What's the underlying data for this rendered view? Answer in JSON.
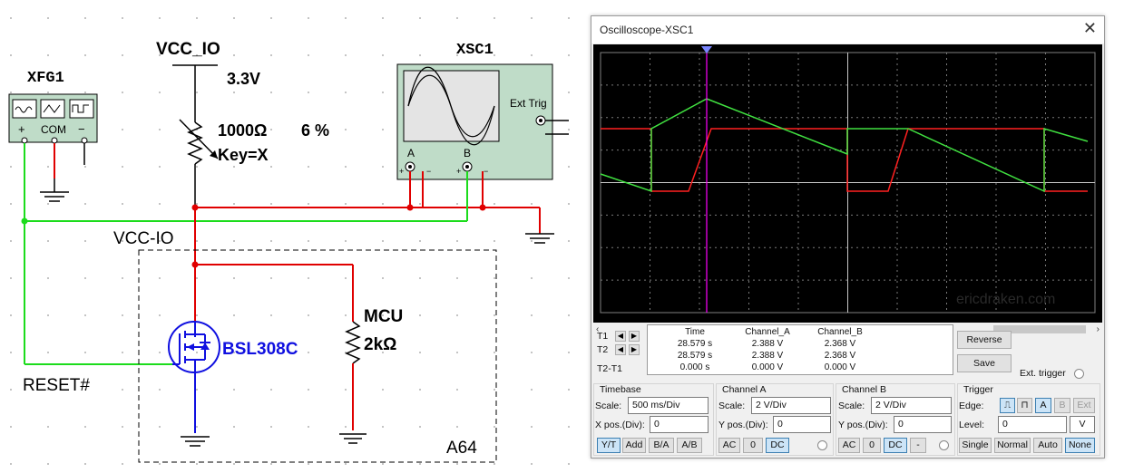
{
  "schematic": {
    "xfg_label": "XFG1",
    "xfg_com": "COM",
    "xfg_plus": "+",
    "xfg_minus": "−",
    "vcc_label": "VCC_IO",
    "vcc_value": "3.3V",
    "pot_value": "1000Ω",
    "pot_percent": "6 %",
    "pot_key": "Key=X",
    "scope_label": "XSC1",
    "scope_ext_trig": "Ext Trig",
    "scope_a": "A",
    "scope_b": "B",
    "net_vcc_io": "VCC-IO",
    "mosfet_label": "BSL308C",
    "reset_label": "RESET#",
    "mcu_label": "MCU",
    "mcu_value": "2kΩ",
    "chip_label": "A64"
  },
  "scope": {
    "title": "Oscilloscope-XSC1",
    "close": "✕",
    "watermark": "ericdraken.com",
    "readout": {
      "headers": [
        "Time",
        "Channel_A",
        "Channel_B"
      ],
      "t1_label": "T1",
      "t2_label": "T2",
      "diff_label": "T2-T1",
      "t1": [
        "28.579 s",
        "2.388 V",
        "2.368 V"
      ],
      "t2": [
        "28.579 s",
        "2.388 V",
        "2.368 V"
      ],
      "diff": [
        "0.000 s",
        "0.000 V",
        "0.000 V"
      ]
    },
    "reverse_label": "Reverse",
    "save_label": "Save",
    "ext_trigger_label": "Ext. trigger",
    "timebase": {
      "title": "Timebase",
      "scale_label": "Scale:",
      "scale_value": "500 ms/Div",
      "xpos_label": "X pos.(Div):",
      "xpos_value": "0",
      "buttons": [
        "Y/T",
        "Add",
        "B/A",
        "A/B"
      ]
    },
    "channel_a": {
      "title": "Channel A",
      "scale_label": "Scale:",
      "scale_value": "2  V/Div",
      "ypos_label": "Y pos.(Div):",
      "ypos_value": "0",
      "buttons": [
        "AC",
        "0",
        "DC"
      ]
    },
    "channel_b": {
      "title": "Channel B",
      "scale_label": "Scale:",
      "scale_value": "2  V/Div",
      "ypos_label": "Y pos.(Div):",
      "ypos_value": "0",
      "buttons": [
        "AC",
        "0",
        "DC",
        "-"
      ]
    },
    "trigger": {
      "title": "Trigger",
      "edge_label": "Edge:",
      "edge_buttons": [
        "A",
        "B",
        "Ext"
      ],
      "level_label": "Level:",
      "level_value": "0",
      "level_unit": "V",
      "mode_buttons": [
        "Single",
        "Normal",
        "Auto",
        "None"
      ]
    },
    "colors": {
      "channel_a": "#ff2020",
      "channel_b": "#40e040",
      "cursor": "#ff00ff",
      "wire_red": "#e00000",
      "wire_green": "#1cdc1c"
    }
  }
}
